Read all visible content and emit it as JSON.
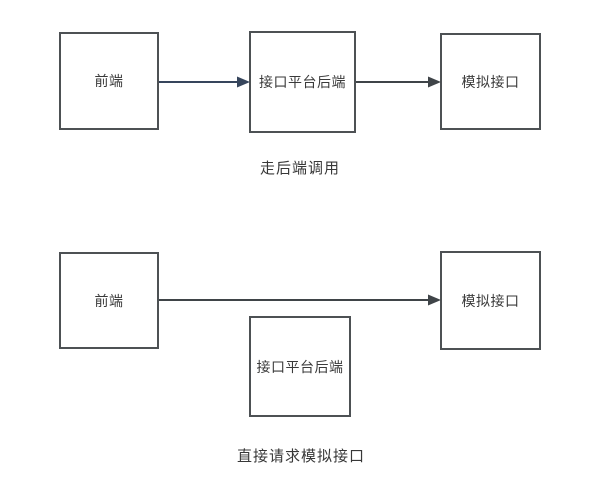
{
  "colors": {
    "background": "#ffffff",
    "box_border": "#4d5154",
    "box_fill": "#ffffff",
    "text": "#3a3a3a",
    "arrow_primary": "#3f4448",
    "arrow_accent": "#36455c"
  },
  "diagram_top": {
    "caption": "走后端调用",
    "boxes": [
      {
        "label": "前端"
      },
      {
        "label": "接口平台后端"
      },
      {
        "label": "模拟接口"
      }
    ]
  },
  "diagram_bottom": {
    "caption": "直接请求模拟接口",
    "boxes": [
      {
        "label": "前端"
      },
      {
        "label": "接口平台后端"
      },
      {
        "label": "模拟接口"
      }
    ]
  }
}
